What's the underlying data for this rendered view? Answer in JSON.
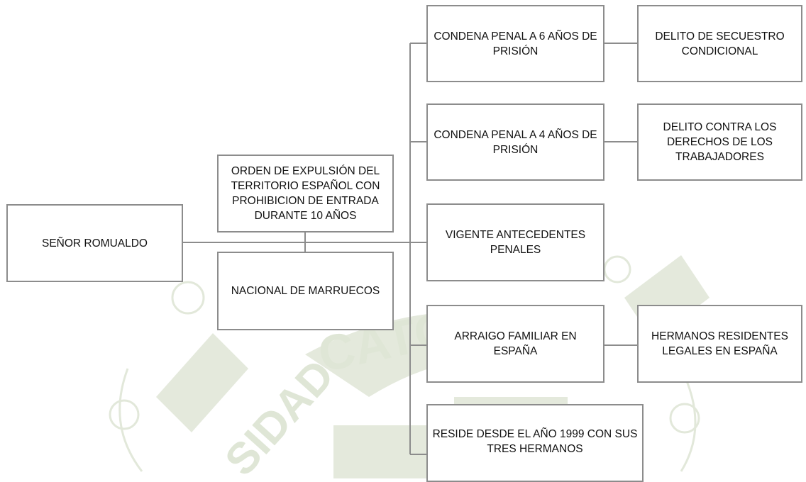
{
  "diagram": {
    "root": {
      "label": "SEÑOR ROMUALDO"
    },
    "expulsion": {
      "label": "ORDEN DE EXPULSIÓN DEL TERRITORIO ESPAÑOL CON PROHIBICION DE ENTRADA DURANTE 10 AÑOS"
    },
    "nationality": {
      "label": "NACIONAL DE MARRUECOS"
    },
    "branches": [
      {
        "label": "CONDENA PENAL A 6 AÑOS DE PRISIÓN",
        "detail": "DELITO DE SECUESTRO CONDICIONAL"
      },
      {
        "label": "CONDENA PENAL A 4 AÑOS DE PRISIÓN",
        "detail": "DELITO CONTRA LOS DERECHOS DE LOS TRABAJADORES"
      },
      {
        "label": "VIGENTE ANTECEDENTES PENALES"
      },
      {
        "label": "ARRAIGO FAMILIAR EN ESPAÑA",
        "detail": "HERMANOS RESIDENTES LEGALES EN ESPAÑA"
      },
      {
        "label": "RESIDE DESDE EL AÑO 1999 CON SUS TRES HERMANOS"
      }
    ]
  },
  "watermark": {
    "text_top": "CATO",
    "text_left": "SIDAD",
    "color": "#dfe6d6"
  },
  "colors": {
    "border": "#8c8c8c",
    "line": "#8c8c8c",
    "text": "#111111"
  }
}
